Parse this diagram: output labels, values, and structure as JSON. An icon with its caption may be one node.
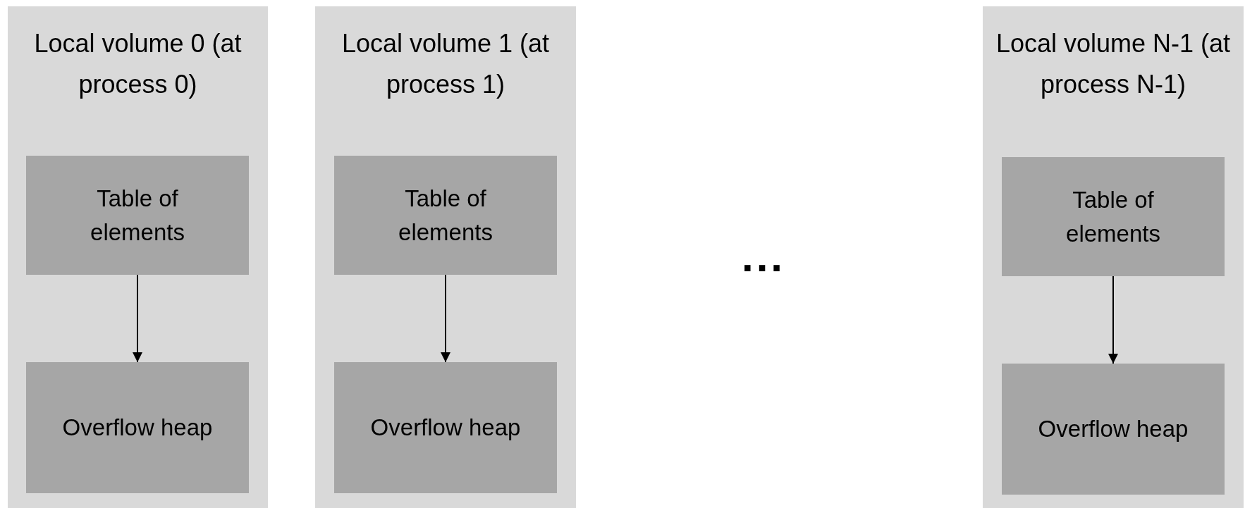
{
  "diagram": {
    "nodes": [
      {
        "text": [
          "Local volume 0 (at process 0)"
        ]
      },
      {
        "text": [
          "Table of elements"
        ],
        "in": 0
      },
      {
        "text": [
          "Overflow heap"
        ],
        "in": 0
      },
      {
        "text": [
          "Local volume 1 (at process 1)"
        ]
      },
      {
        "text": [
          "Table of elements"
        ],
        "in": 3
      },
      {
        "text": [
          "Overflow heap"
        ],
        "in": 3
      },
      {
        "text": [
          "Local volume N-1 (at process N-1)"
        ]
      },
      {
        "text": [
          "Table of elements"
        ],
        "in": 6
      },
      {
        "text": [
          "Overflow heap"
        ],
        "in": 6
      }
    ],
    "edges": [
      {
        "from": 1,
        "to": 2,
        "arrow": "to"
      },
      {
        "from": 4,
        "to": 5,
        "arrow": "to"
      },
      {
        "from": 7,
        "to": 8,
        "arrow": "to"
      }
    ],
    "labels": [
      "..."
    ]
  }
}
